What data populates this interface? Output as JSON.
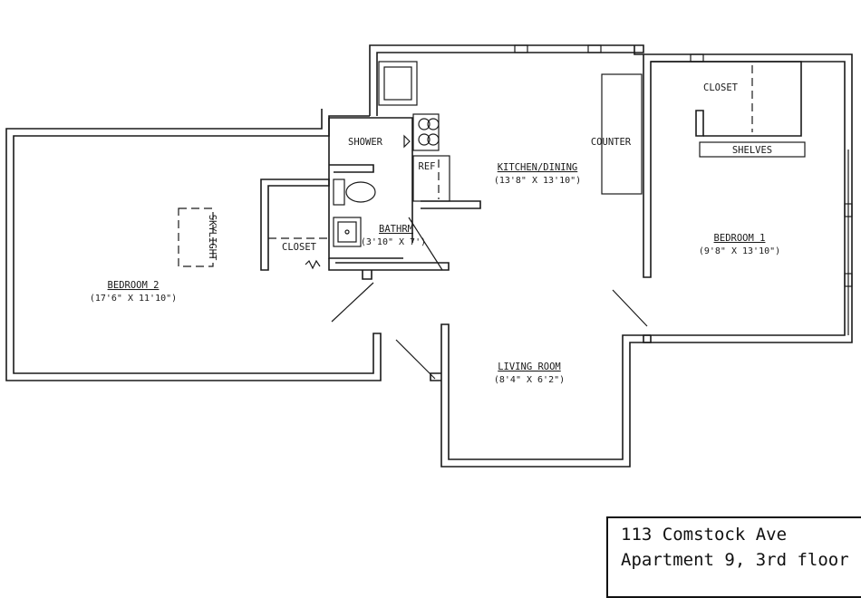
{
  "rooms": {
    "bedroom2": {
      "name": "BEDROOM 2",
      "dims": "(17'6\" X 11'10\")"
    },
    "kitchen": {
      "name": "KITCHEN/DINING",
      "dims": "(13'8\" X 13'10\")"
    },
    "bedroom1": {
      "name": "BEDROOM 1",
      "dims": "(9'8\" X 13'10\")"
    },
    "bathroom": {
      "name": "BATHRM",
      "dims": "(3'10\" X 7')"
    },
    "living": {
      "name": "LIVING ROOM",
      "dims": "(8'4\" X 6'2\")"
    }
  },
  "features": {
    "skylight": "SKYLIGHT",
    "closet_bed2": "CLOSET",
    "shower": "SHOWER",
    "ref": "REF",
    "counter": "COUNTER",
    "closet_bed1": "CLOSET",
    "shelves": "SHELVES"
  },
  "address": {
    "line1": "113 Comstock Ave",
    "line2": "Apartment 9, 3rd floor"
  }
}
